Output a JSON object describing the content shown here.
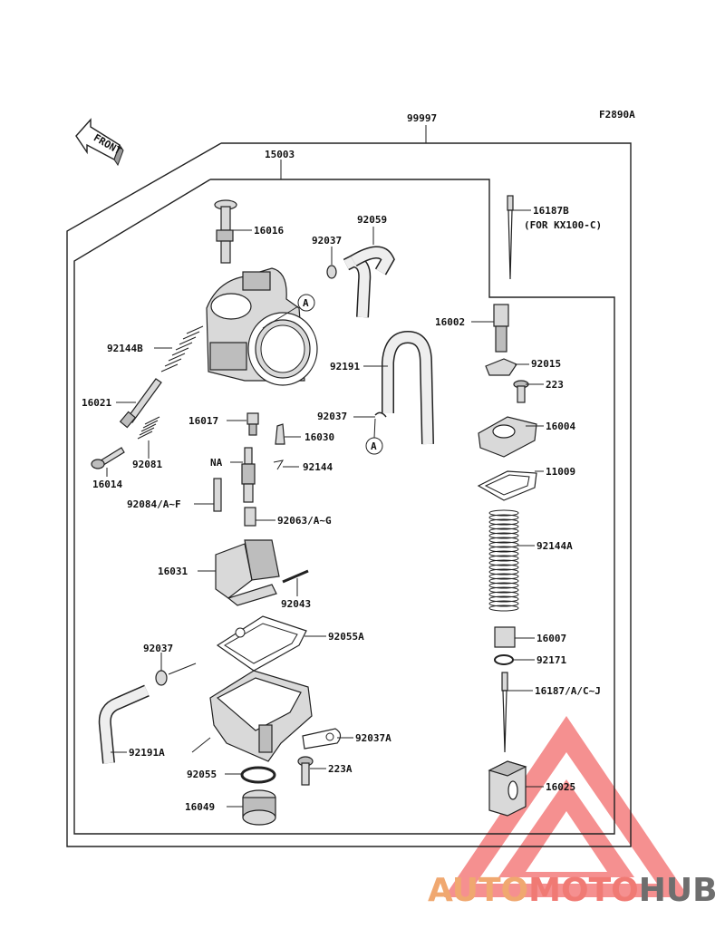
{
  "code": "F2890A",
  "front_label": "FRONT",
  "callout_ref": "A",
  "labels": {
    "l99997": "99997",
    "l15003": "15003",
    "l16016": "16016",
    "l92037a": "92037",
    "l92059": "92059",
    "l16187b": "16187B",
    "l16187b_note": "(FOR KX100-C)",
    "l16002": "16002",
    "l92144b": "92144B",
    "l92191": "92191",
    "l92015": "92015",
    "l223": "223",
    "l16021": "16021",
    "l16017": "16017",
    "l92037b": "92037",
    "l16004": "16004",
    "l16030": "16030",
    "l92081": "92081",
    "lna": "NA",
    "l92144": "92144",
    "l11009": "11009",
    "l16014": "16014",
    "l92084": "92084/A~F",
    "l92063": "92063/A~G",
    "l92144a": "92144A",
    "l16031": "16031",
    "l92043": "92043",
    "l16007": "16007",
    "l92037c": "92037",
    "l92055a": "92055A",
    "l92171": "92171",
    "l16187": "16187/A/C~J",
    "l92037a2": "92037A",
    "l92191a": "92191A",
    "l92055": "92055",
    "l223a": "223A",
    "l16025": "16025",
    "l16049": "16049"
  },
  "watermark": {
    "part1": "AUTO",
    "part2": "MOTO",
    "part3": "HUB",
    "color_light": "#f0a870",
    "color_mid": "#f07a74",
    "color_dark": "#6e6e6e"
  }
}
